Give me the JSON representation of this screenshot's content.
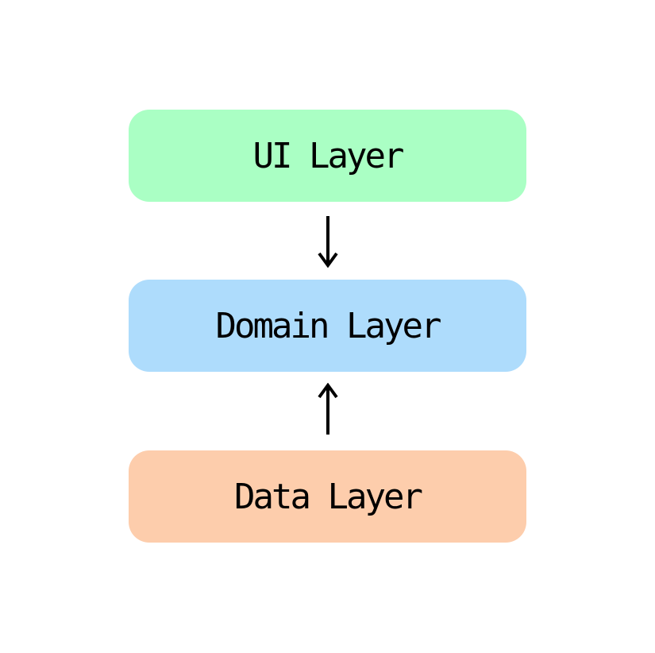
{
  "diagram": {
    "type": "layered-architecture",
    "background": "#ffffff",
    "text_color": "#000000",
    "edge_color": "#000000",
    "nodes": [
      {
        "id": "ui",
        "label": "UI Layer",
        "fill": "#aaffc4"
      },
      {
        "id": "domain",
        "label": "Domain Layer",
        "fill": "#aedcfc"
      },
      {
        "id": "data",
        "label": "Data Layer",
        "fill": "#fdcdac"
      }
    ],
    "edges": [
      {
        "from": "UI Layer",
        "to": "Domain Layer",
        "direction": "down",
        "icon": "arrow-down-icon"
      },
      {
        "from": "Data Layer",
        "to": "Domain Layer",
        "direction": "up",
        "icon": "arrow-up-icon"
      }
    ]
  }
}
